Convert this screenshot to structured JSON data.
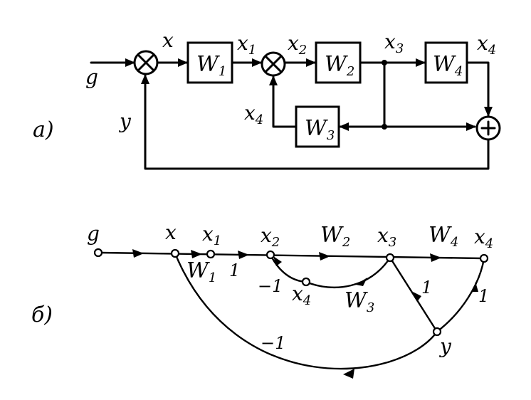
{
  "part_a": {
    "label": "a)",
    "signals": {
      "g": "g",
      "x": "x",
      "x1": "x",
      "x1_sub": "1",
      "x2": "x",
      "x2_sub": "2",
      "x3": "x",
      "x3_sub": "3",
      "x4": "x",
      "x4_sub": "4",
      "y": "y",
      "x4_fb": "x",
      "x4_fb_sub": "4"
    },
    "blocks": {
      "w1": "W",
      "w1_sub": "1",
      "w2": "W",
      "w2_sub": "2",
      "w3": "W",
      "w3_sub": "3",
      "w4": "W",
      "w4_sub": "4"
    },
    "summer_sign": "+"
  },
  "part_b": {
    "label": "б)",
    "nodes": {
      "g": "g",
      "x": "x",
      "x1": "x",
      "x1_sub": "1",
      "x2": "x",
      "x2_sub": "2",
      "x3": "x",
      "x3_sub": "3",
      "x4": "x",
      "x4_sub": "4",
      "x4_low": "x",
      "x4_low_sub": "4",
      "y": "y"
    },
    "branches": {
      "w1": "W",
      "w1_sub": "1",
      "w2": "W",
      "w2_sub": "2",
      "w3": "W",
      "w3_sub": "3",
      "w4": "W",
      "w4_sub": "4",
      "one_x1_x2": "1",
      "minus_one_x4_x2": "−1",
      "one_x3_y": "1",
      "one_x4_y": "1",
      "minus_one_y_x": "−1"
    }
  }
}
